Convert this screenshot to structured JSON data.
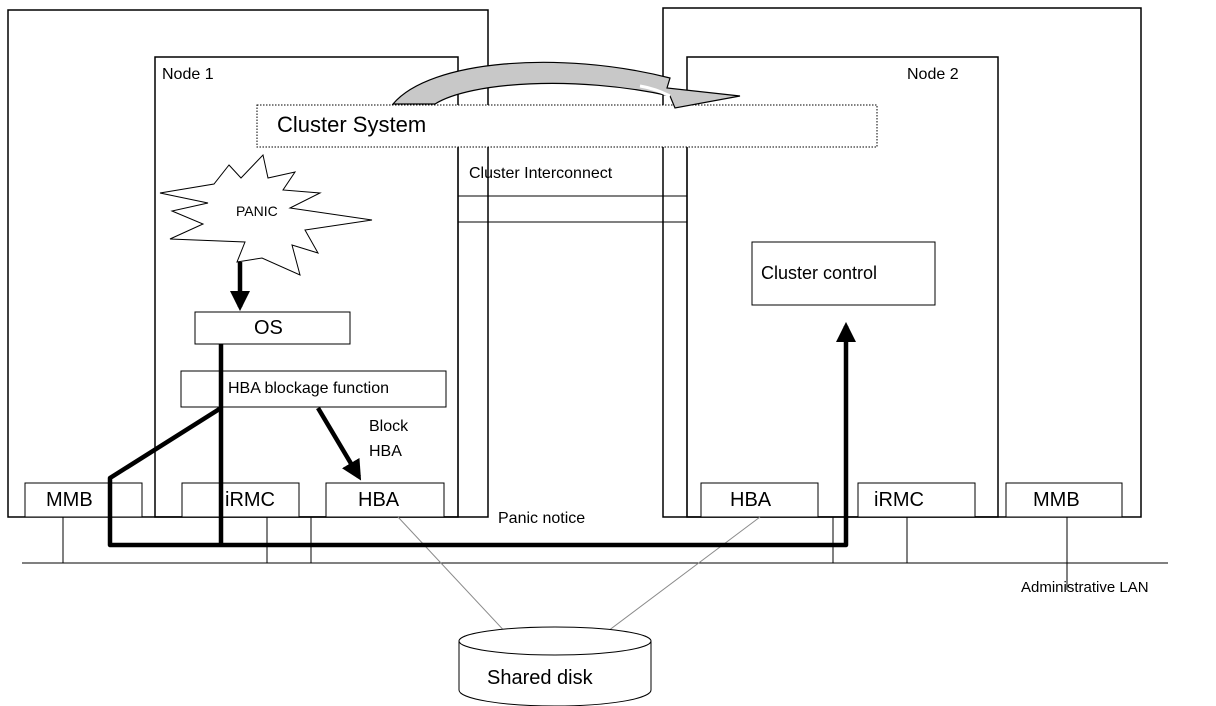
{
  "labels": {
    "node1": "Node 1",
    "node2": "Node 2",
    "cluster_system": "Cluster System",
    "cluster_interconnect": "Cluster Interconnect",
    "panic": "PANIC",
    "os": "OS",
    "hba_blockage": "HBA blockage function",
    "block_hba_line1": "Block",
    "block_hba_line2": "HBA",
    "cluster_control": "Cluster control",
    "mmb_left": "MMB",
    "irmc_left": "iRMC",
    "hba_left": "HBA",
    "hba_right": "HBA",
    "irmc_right": "iRMC",
    "mmb_right": "MMB",
    "panic_notice": "Panic notice",
    "admin_lan": "Administrative LAN",
    "shared_disk": "Shared disk"
  },
  "colors": {
    "line": "#000000",
    "arrow_fill": "#c8c8c8",
    "background": "#ffffff"
  }
}
